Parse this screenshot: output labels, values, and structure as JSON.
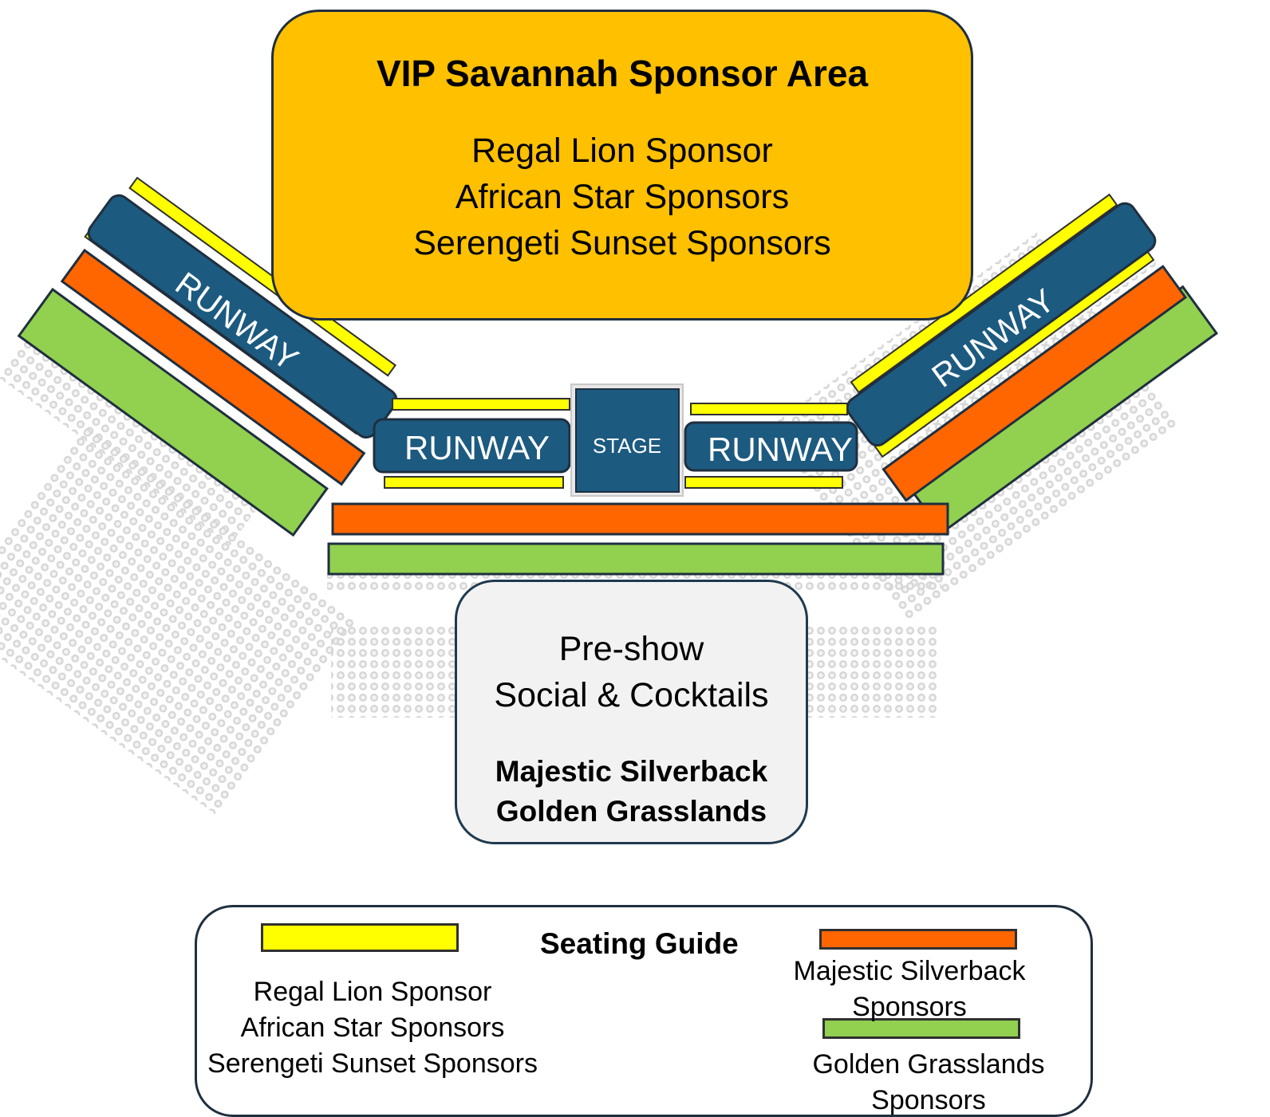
{
  "colors": {
    "vip_fill": "#ffc000",
    "runway_fill": "#1c5a80",
    "regal_yellow": "#ffff00",
    "silverback_orange": "#ff6600",
    "grasslands_green": "#92d050",
    "preshow_fill": "#f2f2f2"
  },
  "vip": {
    "title": "VIP Savannah Sponsor Area",
    "lines": [
      "Regal Lion Sponsor",
      "African Star Sponsors",
      "Serengeti Sunset Sponsors"
    ]
  },
  "runways": {
    "left_diagonal": "RUNWAY",
    "left_center": "RUNWAY",
    "right_center": "RUNWAY",
    "right_diagonal": "RUNWAY"
  },
  "stage": {
    "label": "STAGE"
  },
  "preshow": {
    "line1": "Pre-show",
    "line2": "Social & Cocktails",
    "bold1": "Majestic Silverback",
    "bold2": "Golden Grasslands"
  },
  "legend": {
    "title": "Seating Guide",
    "yellow_lines": [
      "Regal Lion Sponsor",
      "African Star Sponsors",
      "Serengeti Sunset Sponsors"
    ],
    "orange_lines": [
      "Majestic Silverback",
      "Sponsors"
    ],
    "green_lines": [
      "Golden Grasslands",
      "Sponsors"
    ]
  }
}
